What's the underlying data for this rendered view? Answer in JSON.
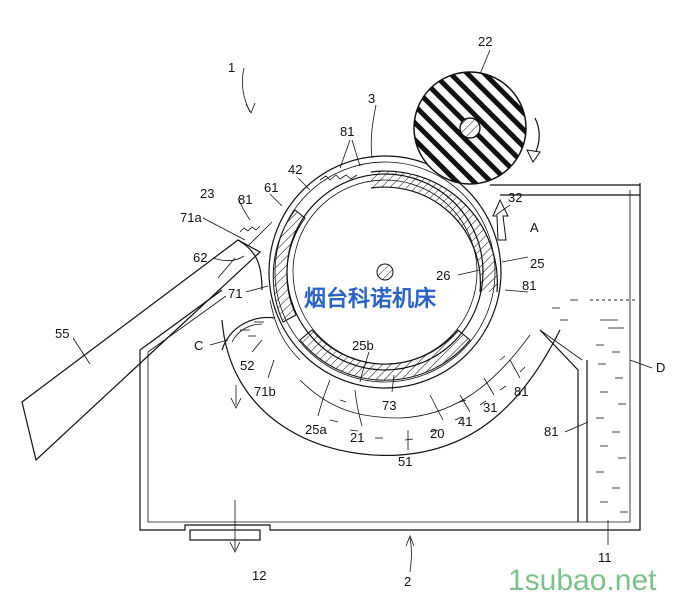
{
  "labels": {
    "l1": "1",
    "l2": "2",
    "l3": "3",
    "l11": "11",
    "l12": "12",
    "l20": "20",
    "l21": "21",
    "l22": "22",
    "l23": "23",
    "l25": "25",
    "l25a": "25a",
    "l25b": "25b",
    "l26": "26",
    "l31": "31",
    "l32": "32",
    "l41": "41",
    "l42": "42",
    "l51": "51",
    "l52": "52",
    "l55": "55",
    "l61": "61",
    "l62": "62",
    "l71": "71",
    "l71a": "71a",
    "l71b": "71b",
    "l73": "73",
    "l81_top": "81",
    "l81_left": "81",
    "l81_right": "81",
    "l81_low": "81",
    "l81_tank": "81",
    "lA": "A",
    "lC": "C",
    "lD": "D"
  },
  "watermark": {
    "chinese": "烟台科诺机床",
    "site": "1subao.net"
  },
  "colors": {
    "line": "#111111",
    "watermark_blue": "#2a63c9",
    "watermark_green": "#7cc08a"
  }
}
